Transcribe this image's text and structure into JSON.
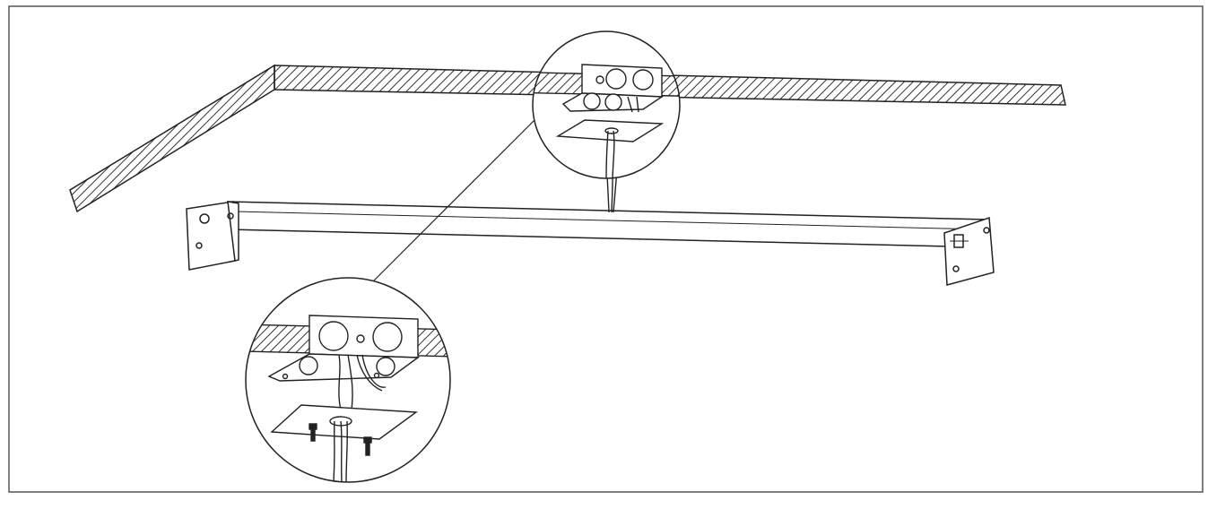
{
  "figure": {
    "frame_color": "#555555",
    "stroke_color": "#222222",
    "hatch_color": "#333333",
    "fill_color": "#ffffff",
    "labels": []
  },
  "parts": {
    "ceiling": "ceiling-section",
    "junction_box": "junction-box",
    "mounting_plate": "mounting-plate",
    "fixture": "light-fixture-bar",
    "wires": "supply-wires",
    "screws": "mounting-screws",
    "detail_top": "detail-callout-top",
    "detail_bottom": "detail-callout-enlarged"
  }
}
